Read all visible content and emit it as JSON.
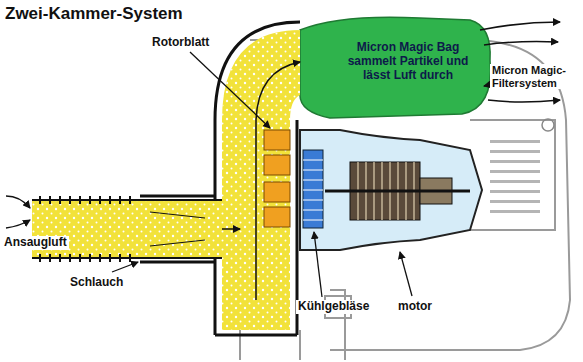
{
  "diagram": {
    "title": "Zwei-Kammer-System",
    "nodes": [
      {
        "text": [
          "Micron Magic Bag sammelt Partikel und lässt Luft durch"
        ]
      }
    ],
    "labels": [
      "Rotorblatt",
      "Micron Magic-Filtersystem",
      "Ansaugluft",
      "Schlauch",
      "Kühlgebläse",
      "motor"
    ]
  }
}
